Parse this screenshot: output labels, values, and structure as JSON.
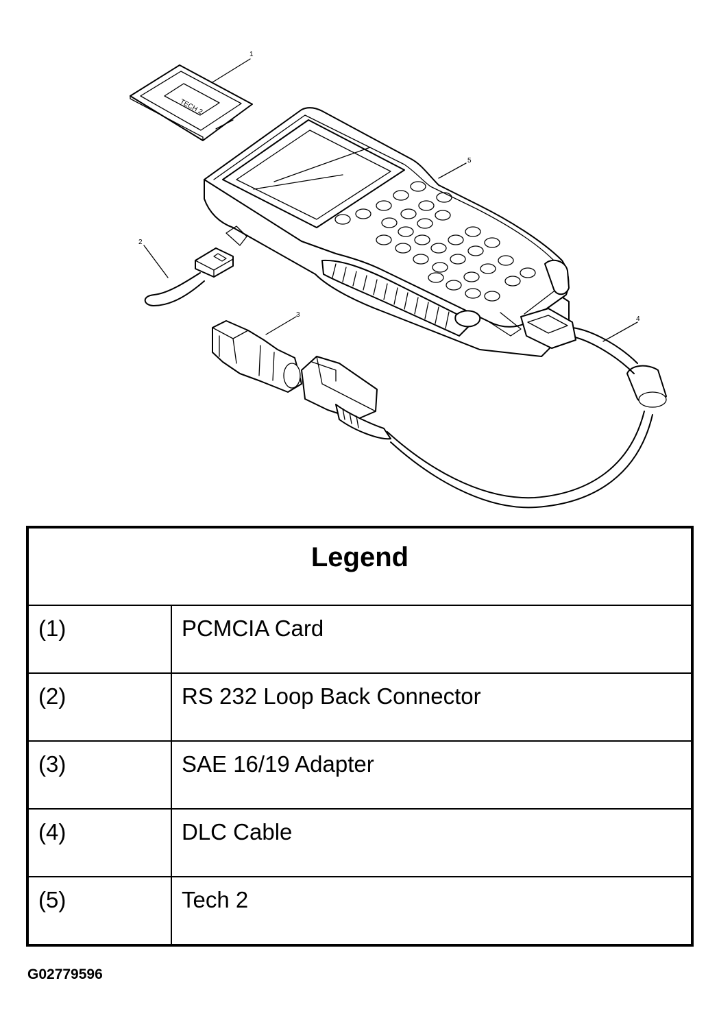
{
  "illustration": {
    "callouts": [
      "1",
      "2",
      "3",
      "4",
      "5"
    ],
    "card_label": "TECH 2"
  },
  "legend": {
    "title": "Legend",
    "rows": [
      {
        "number": "(1)",
        "description": "PCMCIA Card"
      },
      {
        "number": "(2)",
        "description": "RS 232 Loop Back Connector"
      },
      {
        "number": "(3)",
        "description": "SAE 16/19 Adapter"
      },
      {
        "number": "(4)",
        "description": "DLC Cable"
      },
      {
        "number": "(5)",
        "description": "Tech 2"
      }
    ]
  },
  "figure_code": "G02779596"
}
